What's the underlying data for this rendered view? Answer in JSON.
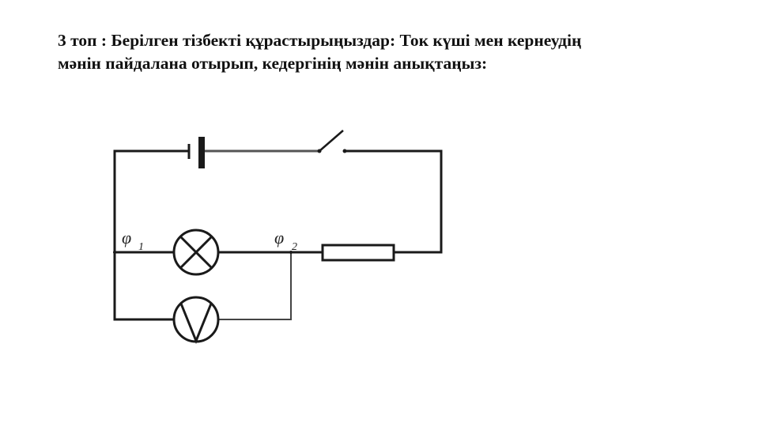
{
  "slide": {
    "title_line_1": "3 топ : Берілген тізбекті құрастырыңыздар: Ток күші мен кернеудің",
    "title_line_2": "мәнін пайдалана отырып, кедергінің мәнін анықтаңыз:"
  },
  "diagram": {
    "type": "electric-circuit",
    "components": [
      {
        "id": "battery",
        "kind": "battery-cell"
      },
      {
        "id": "switch",
        "kind": "switch",
        "state": "open"
      },
      {
        "id": "lamp",
        "kind": "lamp"
      },
      {
        "id": "voltmeter",
        "kind": "voltmeter",
        "connection": "parallel to lamp"
      },
      {
        "id": "resistor",
        "kind": "resistor"
      }
    ],
    "labels": {
      "phi1_symbol": "φ",
      "phi1_sub": "1",
      "phi2_symbol": "φ",
      "phi2_sub": "2"
    },
    "colors": {
      "wire": "#1a1a1a",
      "background": "#ffffff"
    }
  }
}
